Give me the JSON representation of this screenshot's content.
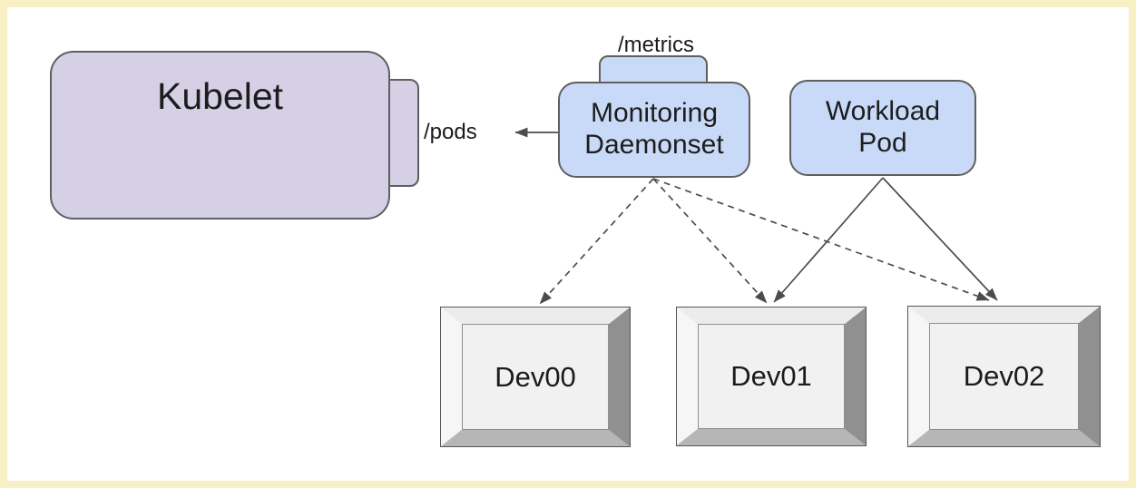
{
  "diagram": {
    "nodes": {
      "kubelet": {
        "label": "Kubelet",
        "fill": "#D6D0E6"
      },
      "monitoring_daemonset": {
        "label": "Monitoring Daemonset",
        "fill": "#C9DAF8"
      },
      "workload_pod": {
        "label": "Workload Pod",
        "fill": "#C9DAF8"
      }
    },
    "endpoint_labels": {
      "metrics": "/metrics",
      "pods": "/pods"
    },
    "devices": [
      {
        "label": "Dev00"
      },
      {
        "label": "Dev01"
      },
      {
        "label": "Dev02"
      }
    ],
    "edges": [
      {
        "from": "Monitoring Daemonset",
        "to": "/pods",
        "style": "solid-arrow"
      },
      {
        "from": "Monitoring Daemonset",
        "to": "Dev00",
        "style": "dashed-arrow"
      },
      {
        "from": "Monitoring Daemonset",
        "to": "Dev01",
        "style": "dashed-arrow"
      },
      {
        "from": "Monitoring Daemonset",
        "to": "Dev02",
        "style": "dashed-arrow"
      },
      {
        "from": "Workload Pod",
        "to": "Dev01",
        "style": "solid-arrow"
      },
      {
        "from": "Workload Pod",
        "to": "Dev02",
        "style": "solid-arrow"
      }
    ],
    "colors": {
      "frame": "#FAF0C6",
      "background": "#FFFFFF",
      "node_purple": "#D6D0E6",
      "node_blue": "#C9DAF8",
      "node_border": "#5F5F5F",
      "arrow": "#4C4C4C",
      "device_face": "#F1F1F1"
    }
  }
}
